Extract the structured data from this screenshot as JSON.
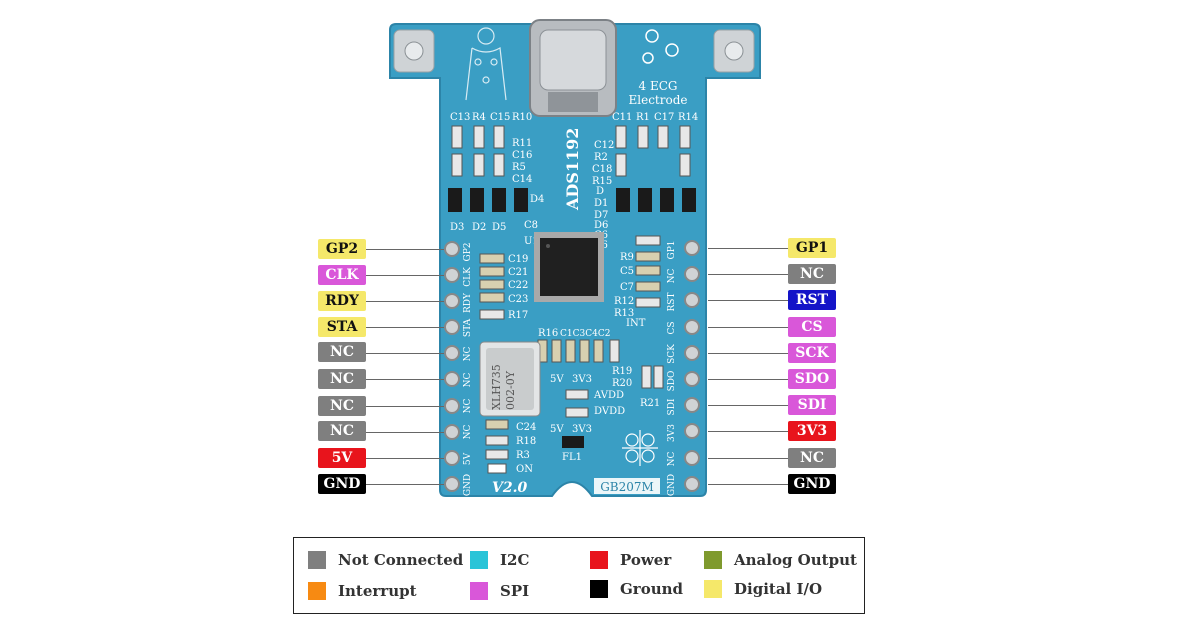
{
  "board": {
    "usb_label_line1": "4 ECG",
    "usb_label_line2": "Electrode",
    "chip_name": "ADS1192",
    "crystal_line1": "XLH735",
    "crystal_line2": "002-0Y",
    "model": "GB207M",
    "version": "V2.0",
    "silk": {
      "c13": "C13",
      "r4": "R4",
      "c15": "C15",
      "r10": "R10",
      "r11": "R11",
      "c16": "C16",
      "r5": "R5",
      "c14": "C14",
      "d4": "D4",
      "c11": "C11",
      "r1": "R1",
      "c17": "C17",
      "r14": "R14",
      "c12": "C12",
      "r2": "R2",
      "c18": "C18",
      "r15": "R15",
      "d": "D",
      "d1": "D1",
      "d7": "D7",
      "d6": "D6",
      "c6": "C6",
      "r6": "R6",
      "d3": "D3",
      "d2": "D2",
      "d5": "D5",
      "c8": "C8",
      "u1": "U1",
      "c19": "C19",
      "c21": "C21",
      "c22": "C22",
      "c23": "C23",
      "r17": "R17",
      "r9": "R9",
      "c5": "C5",
      "c7": "C7",
      "r12": "R12",
      "r13": "R13",
      "int": "INT",
      "r16": "R16",
      "c1c3c4c2": "C1C3C4C2",
      "r19": "R19",
      "r20": "R20",
      "r21": "R21",
      "avdd": "AVDD",
      "dvdd": "DVDD",
      "v5a": "5V",
      "v33a": "3V3",
      "v5b": "5V",
      "v33b": "3V3",
      "c24": "C24",
      "r18": "R18",
      "r3": "R3",
      "on": "ON",
      "fl1": "FL1",
      "left_col": [
        "GP2",
        "CLK",
        "RDY",
        "STA",
        "NC",
        "NC",
        "NC",
        "NC",
        "5V",
        "GND"
      ],
      "right_col": [
        "GP1",
        "NC",
        "RST",
        "CS",
        "SCK",
        "SDO",
        "SDI",
        "3V3",
        "NC",
        "GND"
      ]
    }
  },
  "pins_left": [
    {
      "label": "GP2",
      "color": "#f5e86a",
      "text_color": "#111111"
    },
    {
      "label": "CLK",
      "color": "#d957d9",
      "text_color": "#ffffff"
    },
    {
      "label": "RDY",
      "color": "#f5e86a",
      "text_color": "#111111"
    },
    {
      "label": "STA",
      "color": "#f5e86a",
      "text_color": "#111111"
    },
    {
      "label": "NC",
      "color": "#7f7f7f",
      "text_color": "#ffffff"
    },
    {
      "label": "NC",
      "color": "#7f7f7f",
      "text_color": "#ffffff"
    },
    {
      "label": "NC",
      "color": "#7f7f7f",
      "text_color": "#ffffff"
    },
    {
      "label": "NC",
      "color": "#7f7f7f",
      "text_color": "#ffffff"
    },
    {
      "label": "5V",
      "color": "#e8141c",
      "text_color": "#ffffff"
    },
    {
      "label": "GND",
      "color": "#000000",
      "text_color": "#ffffff"
    }
  ],
  "pins_right": [
    {
      "label": "GP1",
      "color": "#f5e86a",
      "text_color": "#111111"
    },
    {
      "label": "NC",
      "color": "#7f7f7f",
      "text_color": "#ffffff"
    },
    {
      "label": "RST",
      "color": "#1414c8",
      "text_color": "#ffffff"
    },
    {
      "label": "CS",
      "color": "#d957d9",
      "text_color": "#ffffff"
    },
    {
      "label": "SCK",
      "color": "#d957d9",
      "text_color": "#ffffff"
    },
    {
      "label": "SDO",
      "color": "#d957d9",
      "text_color": "#ffffff"
    },
    {
      "label": "SDI",
      "color": "#d957d9",
      "text_color": "#ffffff"
    },
    {
      "label": "3V3",
      "color": "#e8141c",
      "text_color": "#ffffff"
    },
    {
      "label": "NC",
      "color": "#7f7f7f",
      "text_color": "#ffffff"
    },
    {
      "label": "GND",
      "color": "#000000",
      "text_color": "#ffffff"
    }
  ],
  "legend": [
    {
      "label": "Not Connected",
      "color": "#7f7f7f"
    },
    {
      "label": "I2C",
      "color": "#29c4d8"
    },
    {
      "label": "Power",
      "color": "#e8141c"
    },
    {
      "label": "Analog Output",
      "color": "#7f9a2e"
    },
    {
      "label": "Interrupt",
      "color": "#f78a12"
    },
    {
      "label": "SPI",
      "color": "#d957d9"
    },
    {
      "label": "Ground",
      "color": "#000000"
    },
    {
      "label": "Digital I/O",
      "color": "#f5e86a"
    }
  ],
  "colors": {
    "pcb": "#3a9ec4",
    "pcb_dark": "#2c84a8",
    "silkscreen": "#ffffff",
    "pad": "#c8c8c8"
  }
}
